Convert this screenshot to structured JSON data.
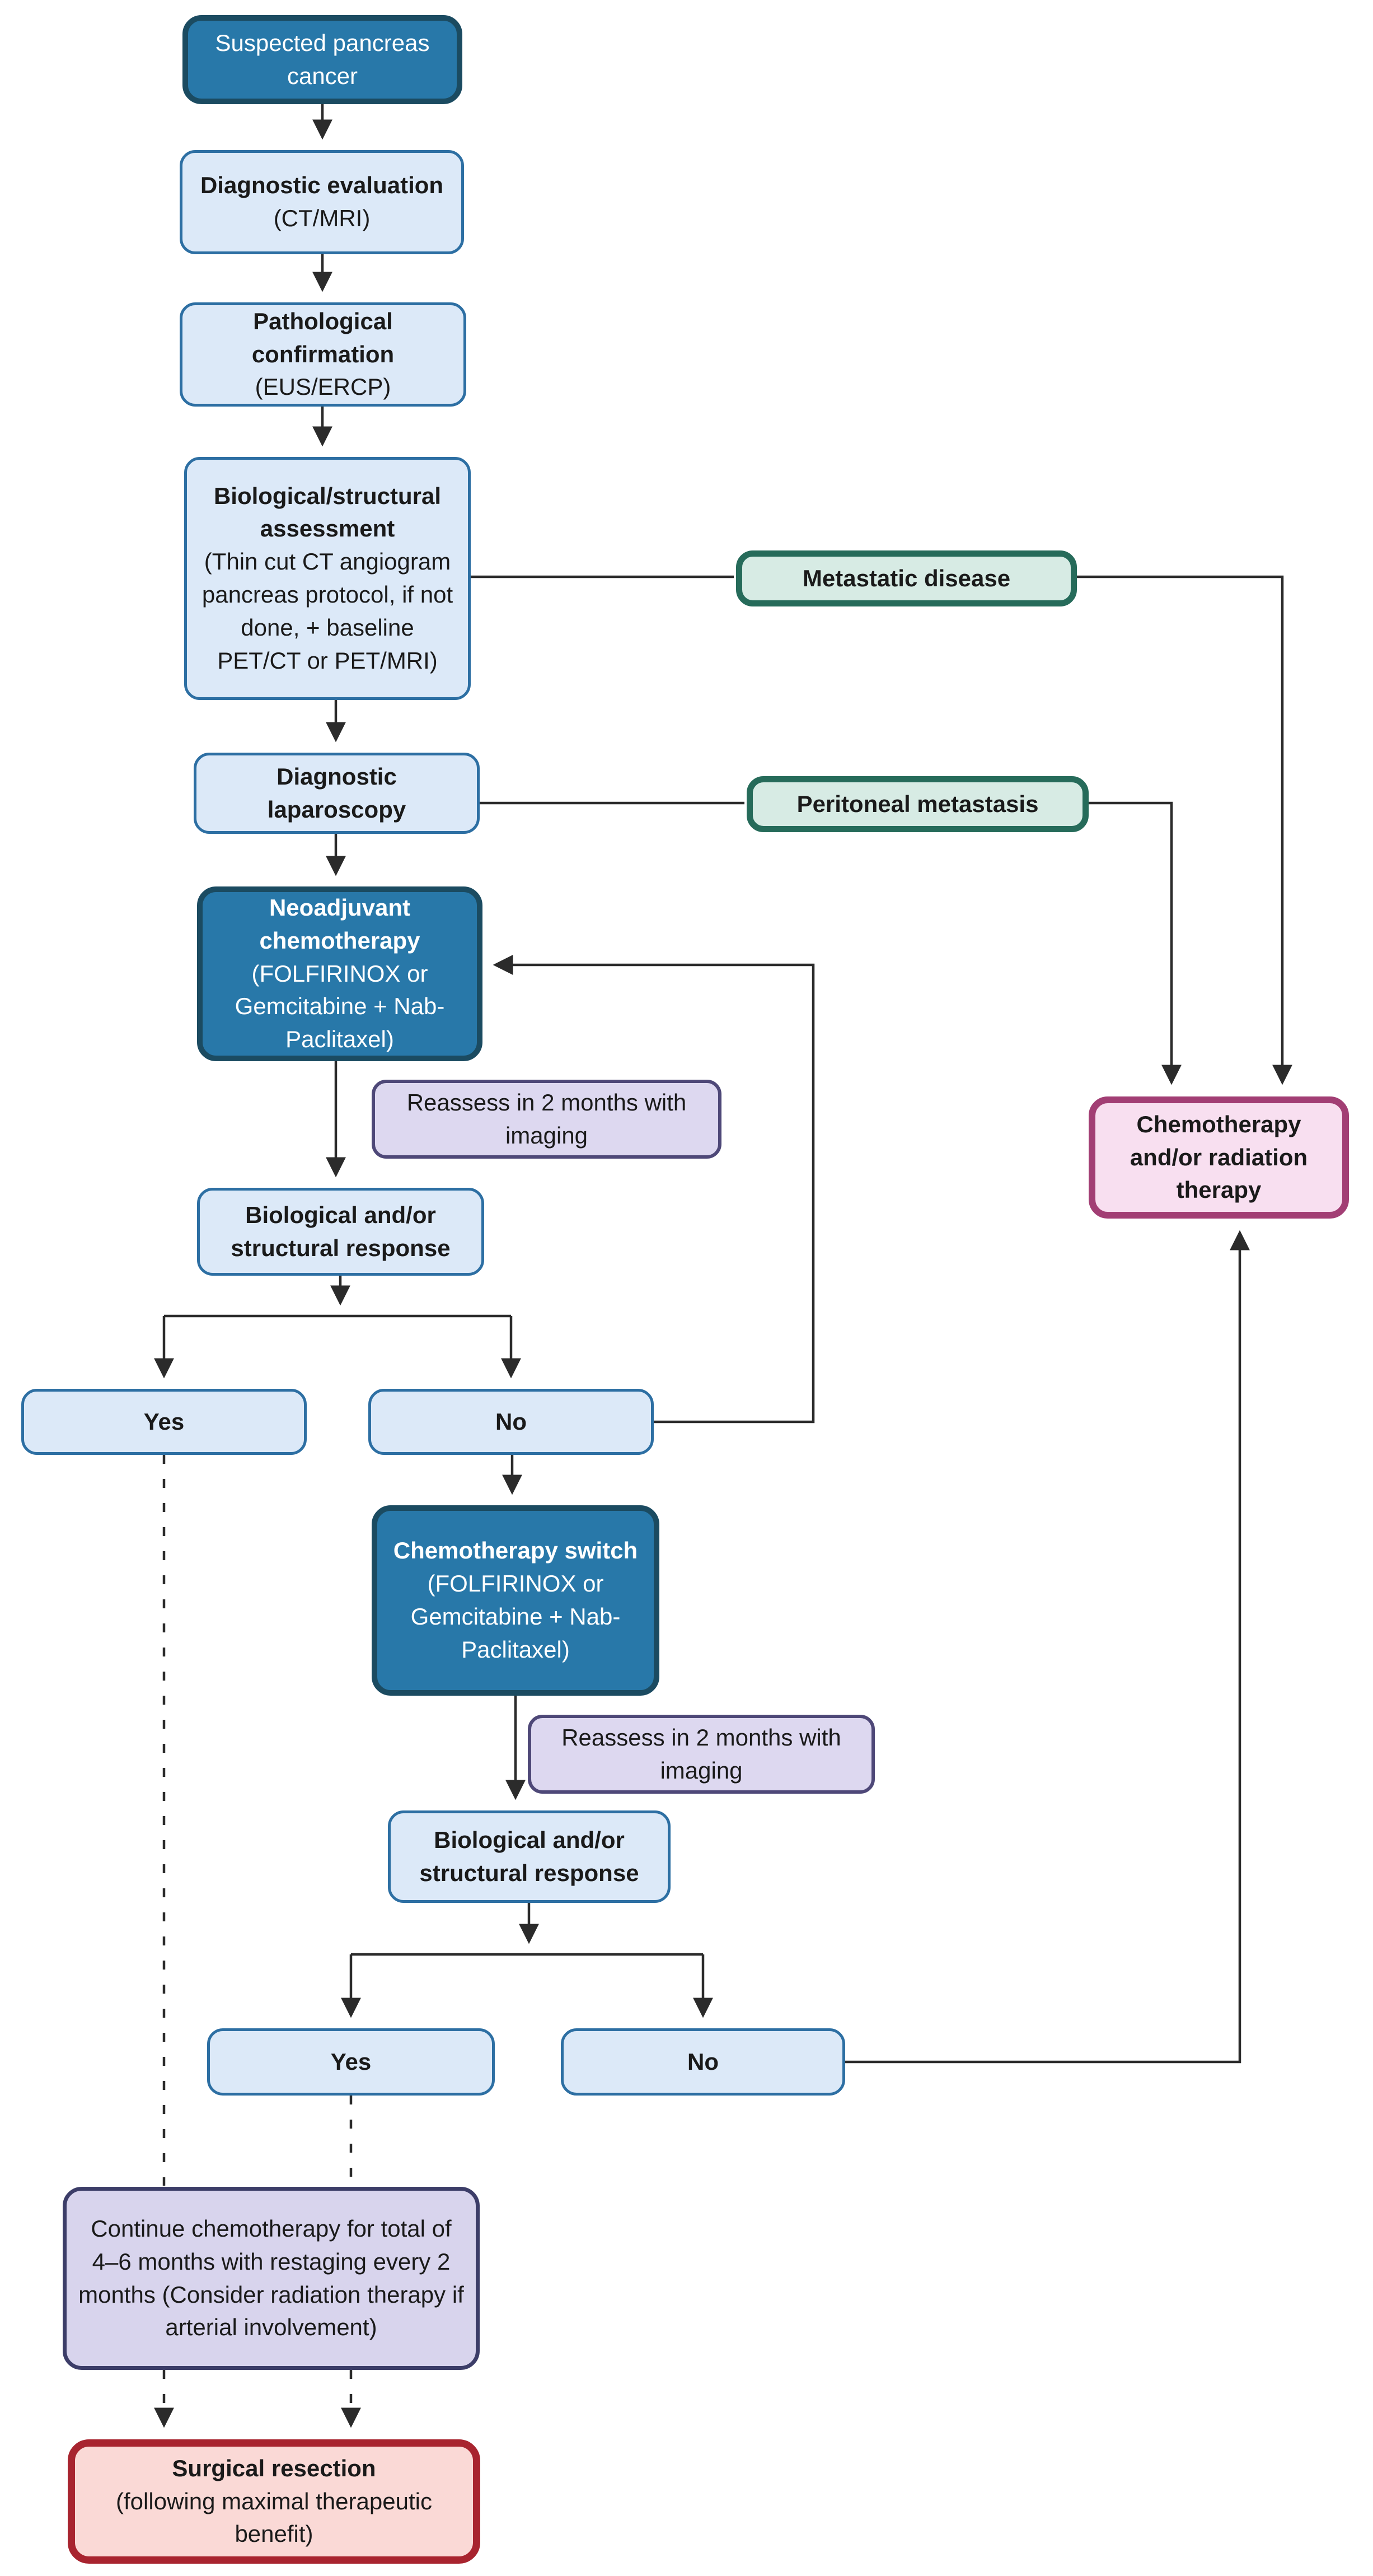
{
  "diagram": {
    "title_hint": "Suspected pancreas cancer management flowchart",
    "nodes": {
      "suspected": {
        "title": "Suspected pancreas cancer"
      },
      "diagnostic_evaluation": {
        "title": "Diagnostic evaluation",
        "subtitle": "(CT/MRI)"
      },
      "pathological_confirmation": {
        "title": "Pathological confirmation",
        "subtitle": "(EUS/ERCP)"
      },
      "biological_structural_assessment": {
        "title": "Biological/structural assessment",
        "subtitle": "(Thin cut CT angiogram pancreas protocol, if not done, + baseline PET/CT or PET/MRI)"
      },
      "metastatic_disease": {
        "title": "Metastatic disease"
      },
      "diagnostic_laparoscopy": {
        "title": "Diagnostic laparoscopy"
      },
      "peritoneal_metastasis": {
        "title": "Peritoneal metastasis"
      },
      "neoadjuvant_chemotherapy": {
        "title": "Neoadjuvant chemotherapy",
        "subtitle": "(FOLFIRINOX or Gemcitabine + Nab-Paclitaxel)"
      },
      "reassess_1": {
        "title": "Reassess in 2 months with imaging"
      },
      "response_1": {
        "title": "Biological and/or structural response"
      },
      "yes_1": {
        "title": "Yes"
      },
      "no_1": {
        "title": "No"
      },
      "chemotherapy_switch": {
        "title": "Chemotherapy switch",
        "subtitle": "(FOLFIRINOX or Gemcitabine + Nab-Paclitaxel)"
      },
      "reassess_2": {
        "title": "Reassess in 2 months with imaging"
      },
      "response_2": {
        "title": "Biological and/or structural response"
      },
      "yes_2": {
        "title": "Yes"
      },
      "no_2": {
        "title": "No"
      },
      "chemo_radiation": {
        "title": "Chemotherapy and/or radiation therapy"
      },
      "continue_chemo": {
        "title": "Continue chemotherapy for total of 4–6 months with restaging every 2 months (Consider radiation therapy if arterial involvement)"
      },
      "surgical_resection": {
        "title": "Surgical resection",
        "subtitle": "(following maximal therapeutic benefit)"
      }
    },
    "colors": {
      "canvas_bg": "#FFFFFF",
      "dark_blue_fill": "#2878A9",
      "dark_blue_border": "#1B4B61",
      "dark_blue_text": "#FFFFFF",
      "light_blue_fill": "#DCE9F8",
      "light_blue_border": "#2D6FA3",
      "green_fill": "#D7EBE4",
      "green_border": "#266B5A",
      "lavender_fill": "#DDD8F0",
      "lavender_border": "#4E4878",
      "lavender_large_fill": "#D8D4ED",
      "lavender_large_border": "#3C3D68",
      "pink_fill": "#F8DFF0",
      "pink_border": "#A23E74",
      "red_fill": "#FAD9D6",
      "red_border": "#A8242F",
      "connector": "#2B2B2B",
      "text": "#1A1A1A"
    }
  }
}
